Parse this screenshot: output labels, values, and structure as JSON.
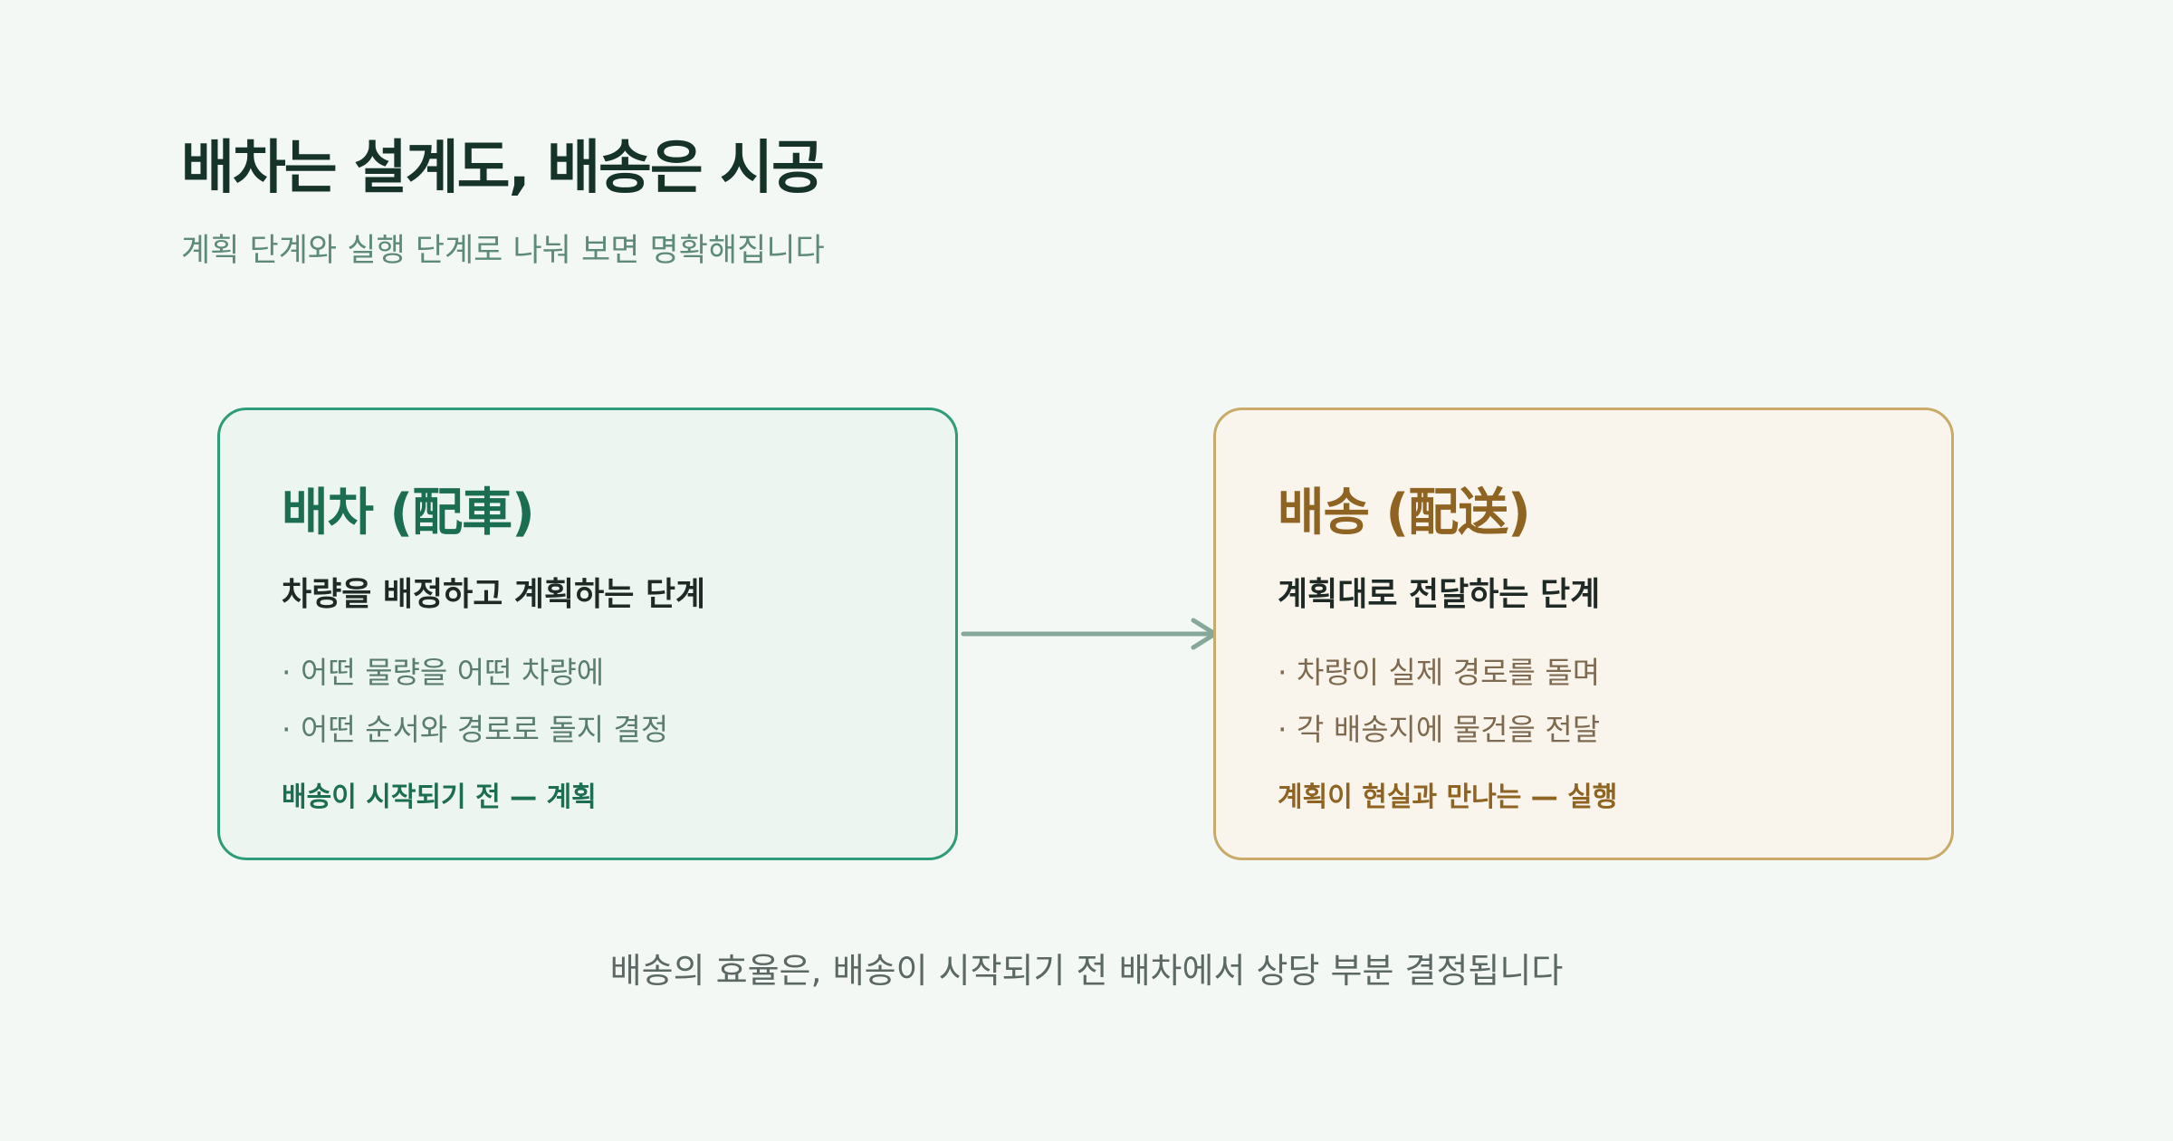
{
  "header": {
    "title": "배차는 설계도, 배송은 시공",
    "subtitle": "계획 단계와 실행 단계로 나눠 보면 명확해집니다"
  },
  "cards": [
    {
      "id": "dispatch",
      "title": "배차 (配車)",
      "subtitle": "차량을 배정하고 계획하는 단계",
      "bullets": [
        "· 어떤 물량을 어떤 차량에",
        "· 어떤 순서와 경로로 돌지 결정"
      ],
      "footer": "배송이 시작되기 전 — 계획",
      "accent_color": "#1c6e52",
      "border_color": "#2e9c78"
    },
    {
      "id": "delivery",
      "title": "배송 (配送)",
      "subtitle": "계획대로 전달하는 단계",
      "bullets": [
        "· 차량이 실제 경로를 돌며",
        "· 각 배송지에 물건을 전달"
      ],
      "footer": "계획이 현실과 만나는 — 실행",
      "accent_color": "#8f6322",
      "border_color": "#c9aa6a"
    }
  ],
  "connector": {
    "icon": "arrow-right-icon",
    "color": "#86a89a"
  },
  "footer": {
    "note": "배송의 효율은, 배송이 시작되기 전 배차에서 상당 부분 결정됩니다"
  }
}
